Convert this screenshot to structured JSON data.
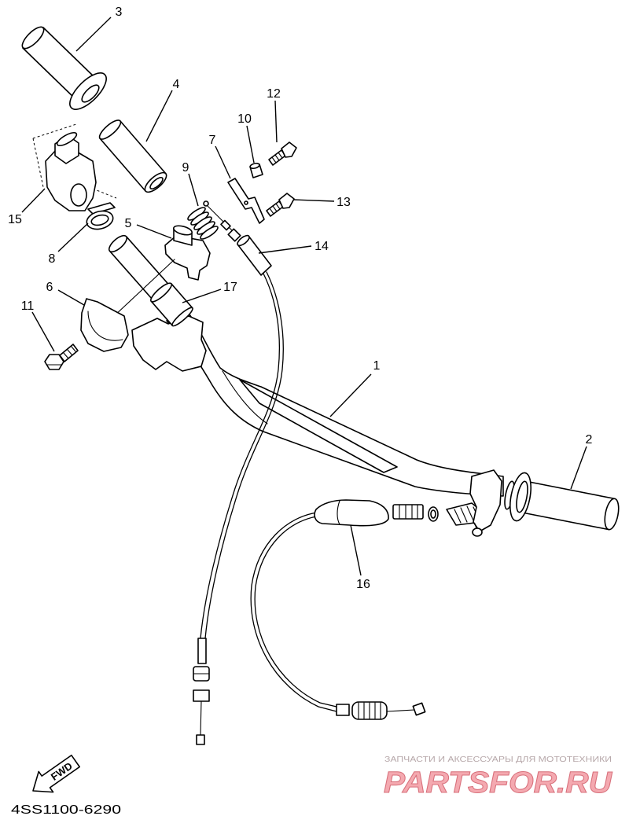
{
  "callouts": {
    "part_1": "1",
    "part_2": "2",
    "part_3": "3",
    "part_4": "4",
    "part_5": "5",
    "part_6": "6",
    "part_7": "7",
    "part_8": "8",
    "part_9": "9",
    "part_10": "10",
    "part_11": "11",
    "part_12": "12",
    "part_13": "13",
    "part_14": "14",
    "part_15": "15",
    "part_16": "16",
    "part_17": "17"
  },
  "fwd_label": "FWD",
  "diagram_code": "4SS1100-6290",
  "watermark": {
    "tagline": "ЗАПЧАСТИ И АКСЕССУАРЫ ДЛЯ МОТОТЕХНИКИ",
    "brand": "PARTSFOR.RU"
  },
  "colors": {
    "ink": "#000000",
    "background": "#ffffff",
    "watermark_brand": "#f4a9b0",
    "watermark_outline": "#d8707b",
    "watermark_tagline": "#b7a8aa"
  }
}
